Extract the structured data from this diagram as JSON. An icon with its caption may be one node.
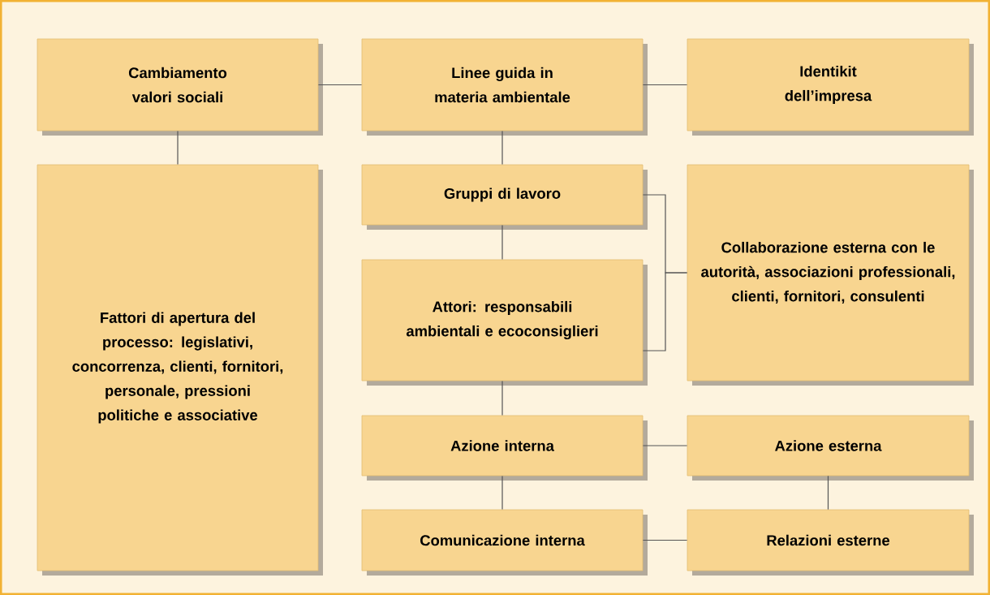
{
  "diagram": {
    "nodes": [
      {
        "text": [
          "Cambiamento valori sociali"
        ]
      },
      {
        "text": [
          "Linee guida in materia ambientale"
        ]
      },
      {
        "text": [
          "Identikit dell’impresa"
        ]
      },
      {
        "text": [
          "Fattori di apertura del processo: legislativi, concorrenza, clienti, fornitori, personale, pressioni politiche e associative"
        ]
      },
      {
        "text": [
          "Gruppi di lavoro"
        ]
      },
      {
        "text": [
          "Collaborazione esterna con le autorità, associazioni professionali, clienti, fornitori, consulenti"
        ]
      },
      {
        "text": [
          "Attori: responsabili ambientali e ecoconsiglieri"
        ]
      },
      {
        "text": [
          "Azione interna"
        ]
      },
      {
        "text": [
          "Azione esterna"
        ]
      },
      {
        "text": [
          "Comunicazione interna"
        ]
      },
      {
        "text": [
          "Relazioni esterne"
        ]
      }
    ],
    "edges": [
      {
        "from": 0,
        "to": 1,
        "arrow": "none"
      },
      {
        "from": 1,
        "to": 2,
        "arrow": "none"
      },
      {
        "from": 0,
        "to": 3,
        "arrow": "none"
      },
      {
        "from": 1,
        "to": 4,
        "arrow": "none"
      },
      {
        "from": 4,
        "to": 5,
        "arrow": "none"
      },
      {
        "from": 6,
        "to": 5,
        "arrow": "none"
      },
      {
        "from": 4,
        "to": 6,
        "arrow": "none"
      },
      {
        "from": 6,
        "to": 7,
        "arrow": "none"
      },
      {
        "from": 7,
        "to": 8,
        "arrow": "none"
      },
      {
        "from": 7,
        "to": 9,
        "arrow": "none"
      },
      {
        "from": 8,
        "to": 10,
        "arrow": "none"
      },
      {
        "from": 9,
        "to": 10,
        "arrow": "none"
      }
    ]
  }
}
